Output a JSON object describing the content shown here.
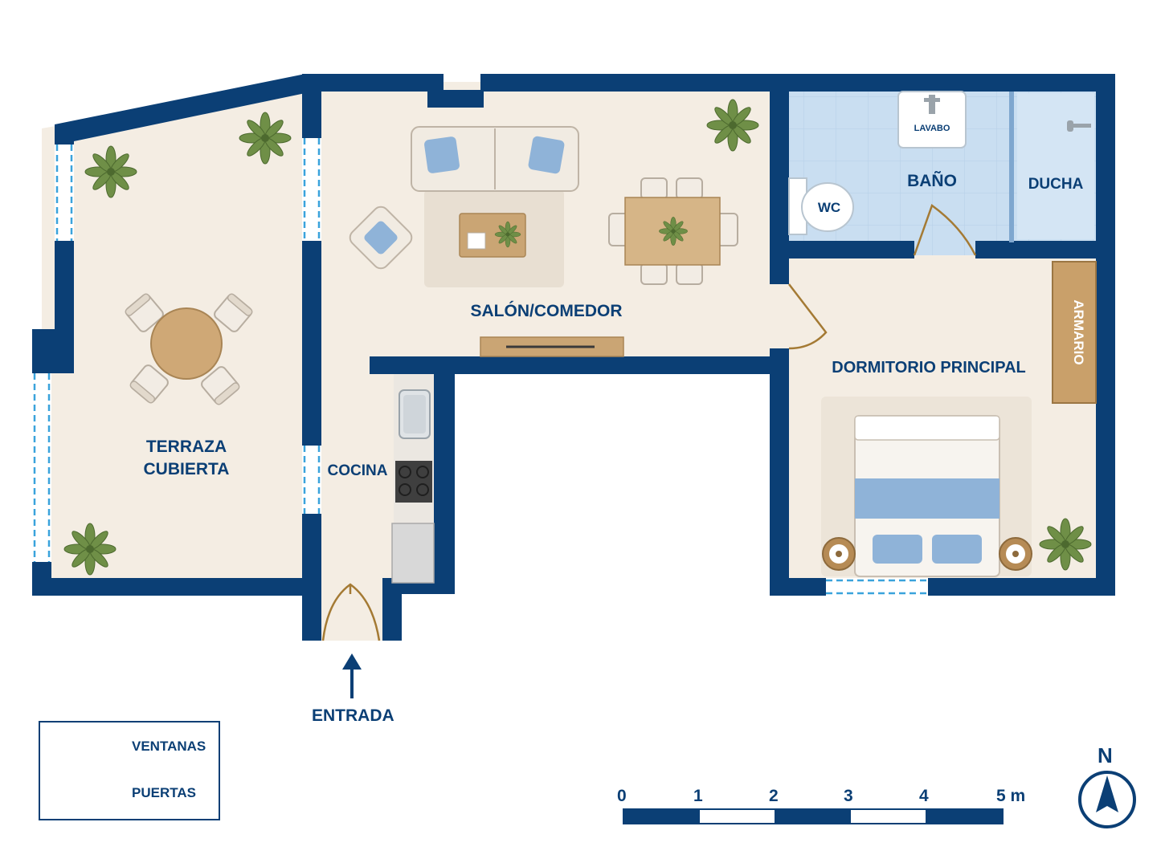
{
  "rooms": {
    "terraza_line1": "TERRAZA",
    "terraza_line2": "CUBIERTA",
    "salon": "SALÓN/COMEDOR",
    "cocina": "COCINA",
    "bano": "BAÑO",
    "ducha": "DUCHA",
    "dormitorio": "DORMITORIO PRINCIPAL"
  },
  "fixtures": {
    "lavabo": "LAVABO",
    "wc": "WC",
    "armario": "ARMARIO"
  },
  "entrance": "ENTRADA",
  "legend": {
    "windows": "VENTANAS",
    "doors": "PUERTAS"
  },
  "scale": {
    "labels": [
      "0",
      "1",
      "2",
      "3",
      "4",
      "5 m"
    ]
  },
  "north": "N",
  "colors": {
    "wall": "#0b3f75",
    "floor": "#f4ede3",
    "bath_tile": "#c9def1",
    "window": "#3aa3dc",
    "door": "#a47a34",
    "wood": "#caa574",
    "accent_blue": "#8fb3d8"
  }
}
